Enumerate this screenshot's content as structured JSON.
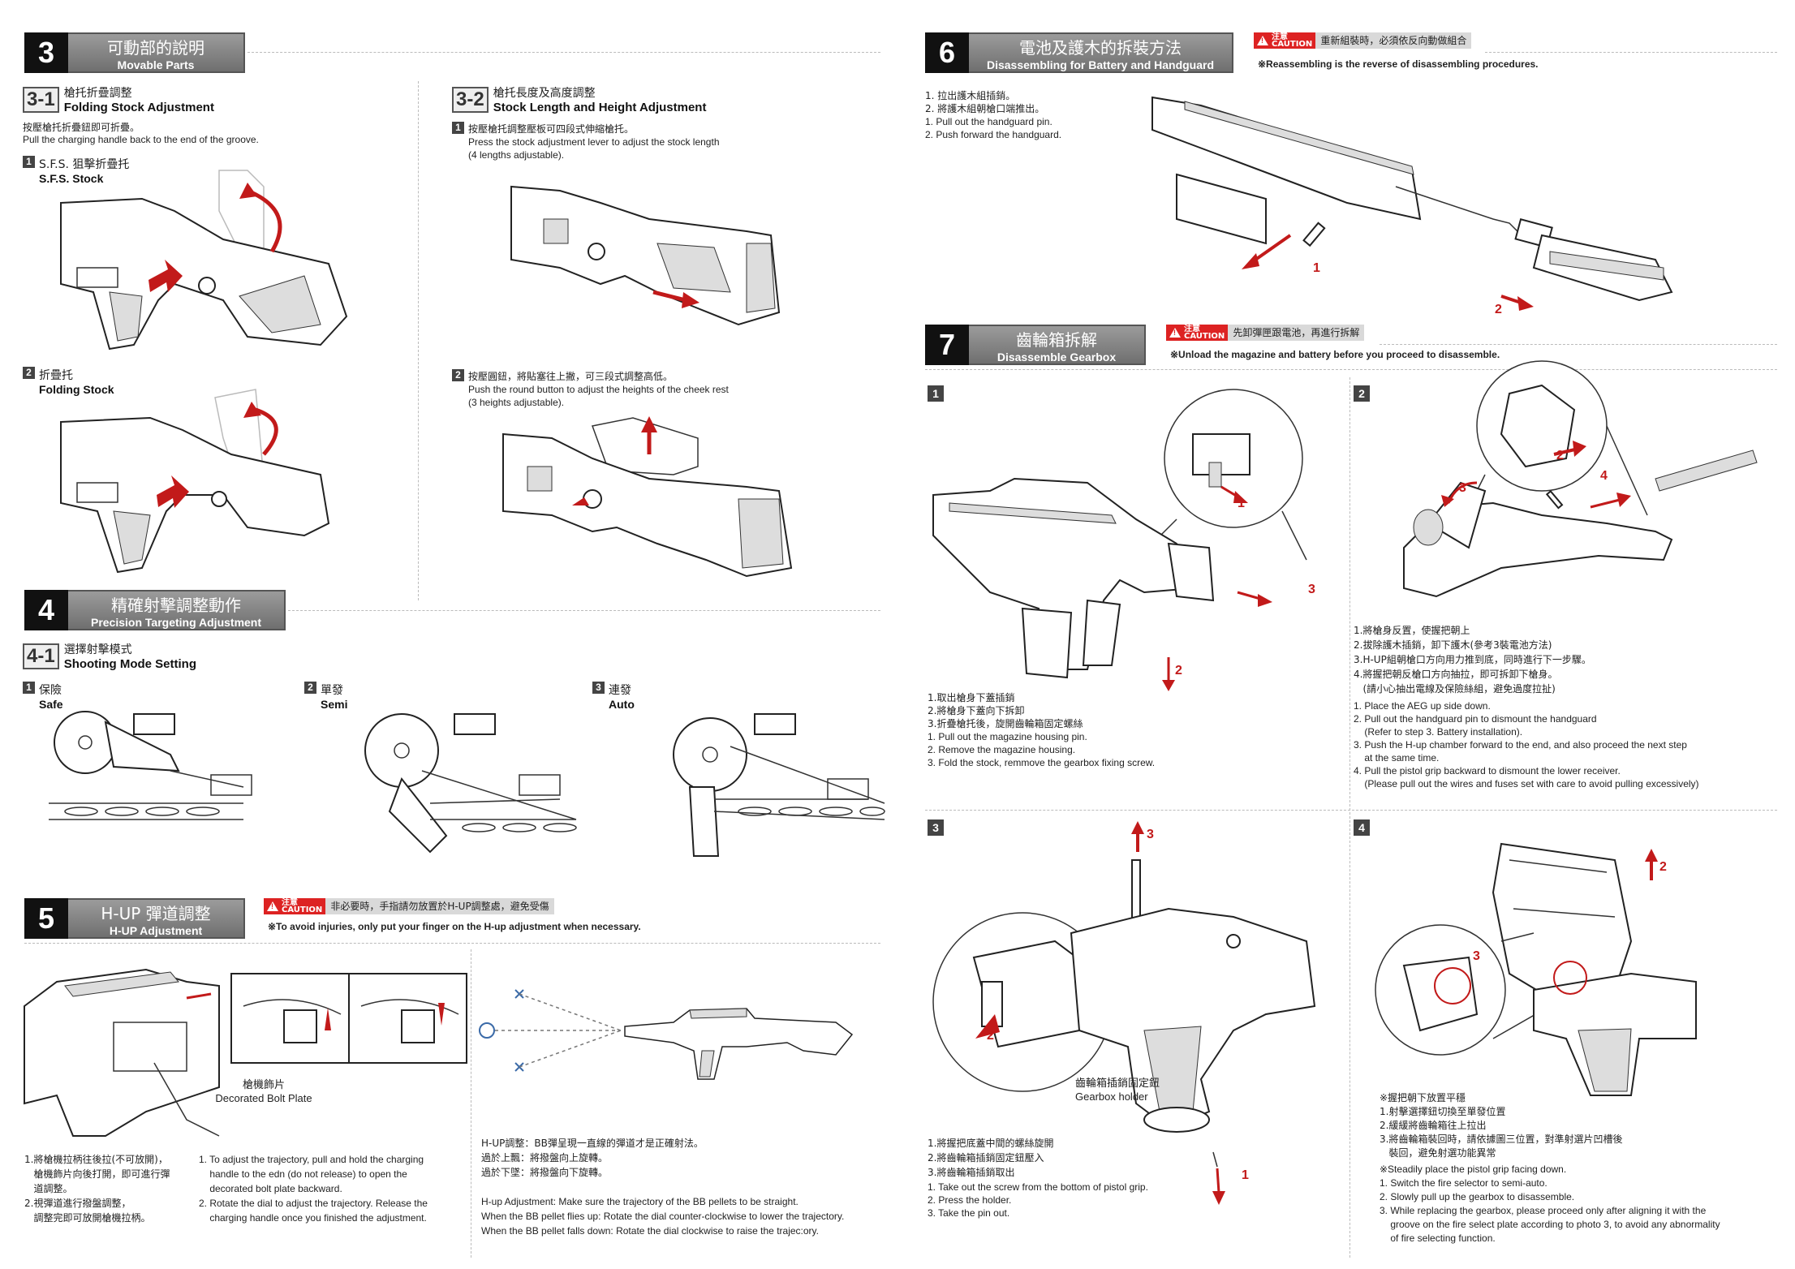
{
  "sections": {
    "s3": {
      "num": "3",
      "zh": "可動部的說明",
      "en": "Movable Parts"
    },
    "s4": {
      "num": "4",
      "zh": "精確射擊調整動作",
      "en": "Precision Targeting Adjustment"
    },
    "s5": {
      "num": "5",
      "zh": "H-UP 彈道調整",
      "en": "H-UP Adjustment"
    },
    "s6": {
      "num": "6",
      "zh": "電池及護木的拆裝方法",
      "en": "Disassembling for Battery and Handguard"
    },
    "s7": {
      "num": "7",
      "zh": "齒輪箱拆解",
      "en": "Disassemble Gearbox"
    }
  },
  "s3_1": {
    "num": "3-1",
    "zh": "槍托折疊調整",
    "en": "Folding Stock Adjustment",
    "desc_zh": "按壓槍托折疊鈕即可折疊。",
    "desc_en": "Pull the charging handle back to the end of the groove.",
    "step1": {
      "n": "1",
      "zh": "S.F.S. 狙擊折疊托",
      "en": "S.F.S. Stock"
    },
    "step2": {
      "n": "2",
      "zh": "折疊托",
      "en": "Folding Stock"
    }
  },
  "s3_2": {
    "num": "3-2",
    "zh": "槍托長度及高度調整",
    "en": "Stock Length and Height Adjustment",
    "step1": {
      "n": "1",
      "zh": "按壓槍托調整壓板可四段式伸縮槍托。",
      "en": "Press the stock adjustment lever to adjust the stock length\n(4 lengths adjustable)."
    },
    "step2": {
      "n": "2",
      "zh": "按壓圓鈕，將貼塞往上撇，可三段式調整高低。",
      "en": "Push the round button to adjust the heights of the cheek rest\n(3 heights adjustable)."
    }
  },
  "s4_1": {
    "num": "4-1",
    "zh": "選擇射擊模式",
    "en": "Shooting Mode Setting",
    "modes": [
      {
        "n": "1",
        "zh": "保險",
        "en": "Safe"
      },
      {
        "n": "2",
        "zh": "單發",
        "en": "Semi"
      },
      {
        "n": "3",
        "zh": "連發",
        "en": "Auto"
      }
    ]
  },
  "s5": {
    "caution_badge": [
      "注意",
      "CAUTION"
    ],
    "caution_zh": "非必要時，手指請勿放置於H-UP調整處，避免受傷",
    "caution_en": "※To avoid injuries, only put your finger on the H-up adjustment when necessary.",
    "bolt_plate_zh": "槍機飾片",
    "bolt_plate_en": "Decorated Bolt Plate",
    "left_zh": "1.將槍機拉柄往後拉(不可放開)，\n   槍機飾片向後打開，即可進行彈\n   道調整。\n2.視彈道進行撥盤調整，\n   調整完即可放開槍機拉柄。",
    "left_en": "1. To adjust the trajectory, pull and hold the charging\n    handle to the edn (do not release) to open the\n    decorated bolt plate backward.\n2. Rotate the dial to adjust the trajectory. Release the\n    charging handle once you finished the adjustment.",
    "right_zh": "H-UP調整：BB彈呈現一直線的彈道才是正確射法。\n過於上飄：將撥盤向上旋轉。\n過於下墜：將撥盤向下旋轉。",
    "right_en": "H-up Adjustment: Make sure the trajectory of the BB pellets to be straight.\nWhen the BB pellet flies up: Rotate the dial counter-clockwise to lower the trajectory.\nWhen the BB pellet falls down: Rotate the dial clockwise to raise the trajec:ory."
  },
  "s6": {
    "caution_zh": "重新組裝時，必須依反向動做組合",
    "caution_en": "※Reassembling is the reverse of disassembling procedures.",
    "steps_zh": "1. 拉出護木組插銷。\n2. 將護木組朝槍口端推出。",
    "steps_en": "1. Pull out the handguard pin.\n2. Push forward the handguard.",
    "arrow_labels": [
      "1",
      "2"
    ]
  },
  "s7": {
    "caution_zh": "先卸彈匣跟電池，再進行拆解",
    "caution_en": "※Unload the magazine and battery before you proceed to disassemble.",
    "panel1": {
      "n": "1",
      "zh": "1.取出槍身下蓋插銷\n2.將槍身下蓋向下拆卸\n3.折疊槍托後，旋開齒輪箱固定螺絲",
      "en": "1. Pull out the magazine housing pin.\n2. Remove the magazine housing.\n3. Fold the stock, remmove the gearbox fixing screw.",
      "arrows": [
        "1",
        "2",
        "3"
      ]
    },
    "panel2": {
      "n": "2",
      "zh": "1.將槍身反置，使握把朝上\n2.拔除護木插銷，卸下護木(參考3裝電池方法)\n3.H-UP組朝槍口方向用力推到底，同時進行下一步驟。\n4.將握把朝反槍口方向抽拉，即可拆卸下槍身。\n   (請小心抽出電線及保險絲組，避免過度拉扯)",
      "en": "1. Place the AEG up side down.\n2. Pull out the handguard pin to dismount the handguard\n    (Refer to step 3. Battery installation).\n3. Push the H-up chamber forward to the end, and also proceed the next step\n    at the same time.\n4. Pull the pistol grip backward to dismount the lower receiver.\n    (Please pull out the wires and fuses set with care to avoid pulling excessively)",
      "arrows": [
        "2",
        "3",
        "4"
      ]
    },
    "panel3": {
      "n": "3",
      "holder_zh": "齒輪箱插銷固定鈕",
      "holder_en": "Gearbox holder",
      "zh": "1.將握把底蓋中間的螺絲旋開\n2.將齒輪箱插銷固定鈕壓入\n3.將齒輪箱插銷取出",
      "en": "1. Take out the screw from the bottom of pistol grip.\n2. Press the holder.\n3. Take the pin out.",
      "arrows": [
        "1",
        "2",
        "3"
      ]
    },
    "panel4": {
      "n": "4",
      "zh": "※握把朝下放置平穩\n1.射擊選擇鈕切換至單發位置\n2.緩緩將齒輪箱往上拉出\n3.將齒輪箱裝回時，請依據圖三位置，對準射選片凹槽後\n   裝回，避免射選功能異常",
      "en": "※Steadily place the pistol grip facing down.\n1. Switch the fire selector to semi-auto.\n2. Slowly pull up the gearbox to disassemble.\n3. While replacing the gearbox, please proceed only after aligning it with the\n    groove on the fire select plate according to photo 3, to avoid any abnormality\n    of fire selecting function.",
      "arrows": [
        "2",
        "3"
      ]
    }
  },
  "colors": {
    "accent_red": "#c21a1a",
    "banner_gray": "#7d7d7d",
    "target_blue": "#3a6aa8"
  }
}
